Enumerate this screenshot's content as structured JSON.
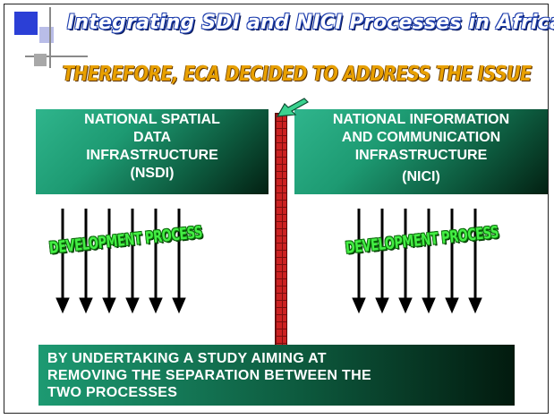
{
  "slide": {
    "title": "Integrating SDI and NICI  Processes in Africa",
    "subtitle": "THEREFORE, ECA DECIDED TO ADDRESS THE ISSUE"
  },
  "boxes": {
    "nsdi": {
      "lines": [
        "NATIONAL SPATIAL",
        "DATA",
        "INFRASTRUCTURE",
        "(NSDI)"
      ]
    },
    "nici": {
      "lines": [
        "NATIONAL INFORMATION",
        "AND COMMUNICATION",
        "INFRASTRUCTURE",
        "(NICI)"
      ]
    }
  },
  "process": {
    "left_label": "DEVELOPMENT PROCESS",
    "right_label": "DEVELOPMENT PROCESS"
  },
  "conclusion": {
    "lines": [
      "BY UNDERTAKING A STUDY AIMING AT",
      "REMOVING THE SEPARATION BETWEEN THE",
      "TWO PROCESSES"
    ]
  },
  "colors": {
    "box_green": "#1d9a72",
    "wall_red": "#cc2222",
    "subtitle_orange": "#e8a000",
    "label_green": "#44ee44",
    "title_blue": "#1f3fae"
  }
}
